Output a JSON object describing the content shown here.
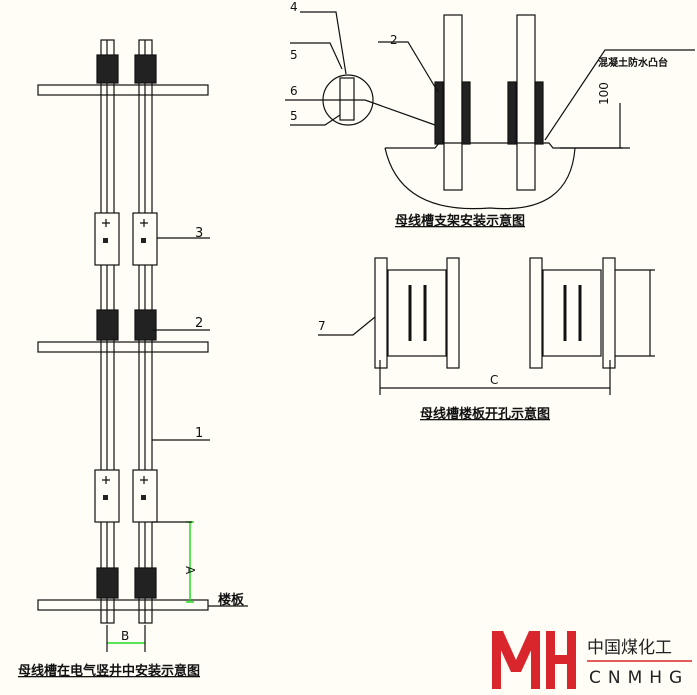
{
  "left_view": {
    "title": "母线槽在电气竖井中安装示意图",
    "labels": {
      "n1": "1",
      "n2": "2",
      "n3": "3"
    },
    "floor_label": "楼板",
    "dim_a": "A",
    "dim_b": "B"
  },
  "bracket_view": {
    "title": "母线槽支架安装示意图",
    "labels": {
      "n2": "2",
      "n4": "4",
      "n5a": "5",
      "n6": "6",
      "n5b": "5"
    },
    "curb_label": "混凝土防水凸台",
    "dim_height": "100"
  },
  "opening_view": {
    "title": "母线槽楼板开孔示意图",
    "labels": {
      "n7": "7"
    },
    "dim_c": "C"
  },
  "logo": {
    "cn": "中国煤化工",
    "en": "CNMHG",
    "mark": "MH",
    "color": "#d9262c"
  },
  "colors": {
    "dimension": "#22dd22",
    "line": "#111111"
  }
}
